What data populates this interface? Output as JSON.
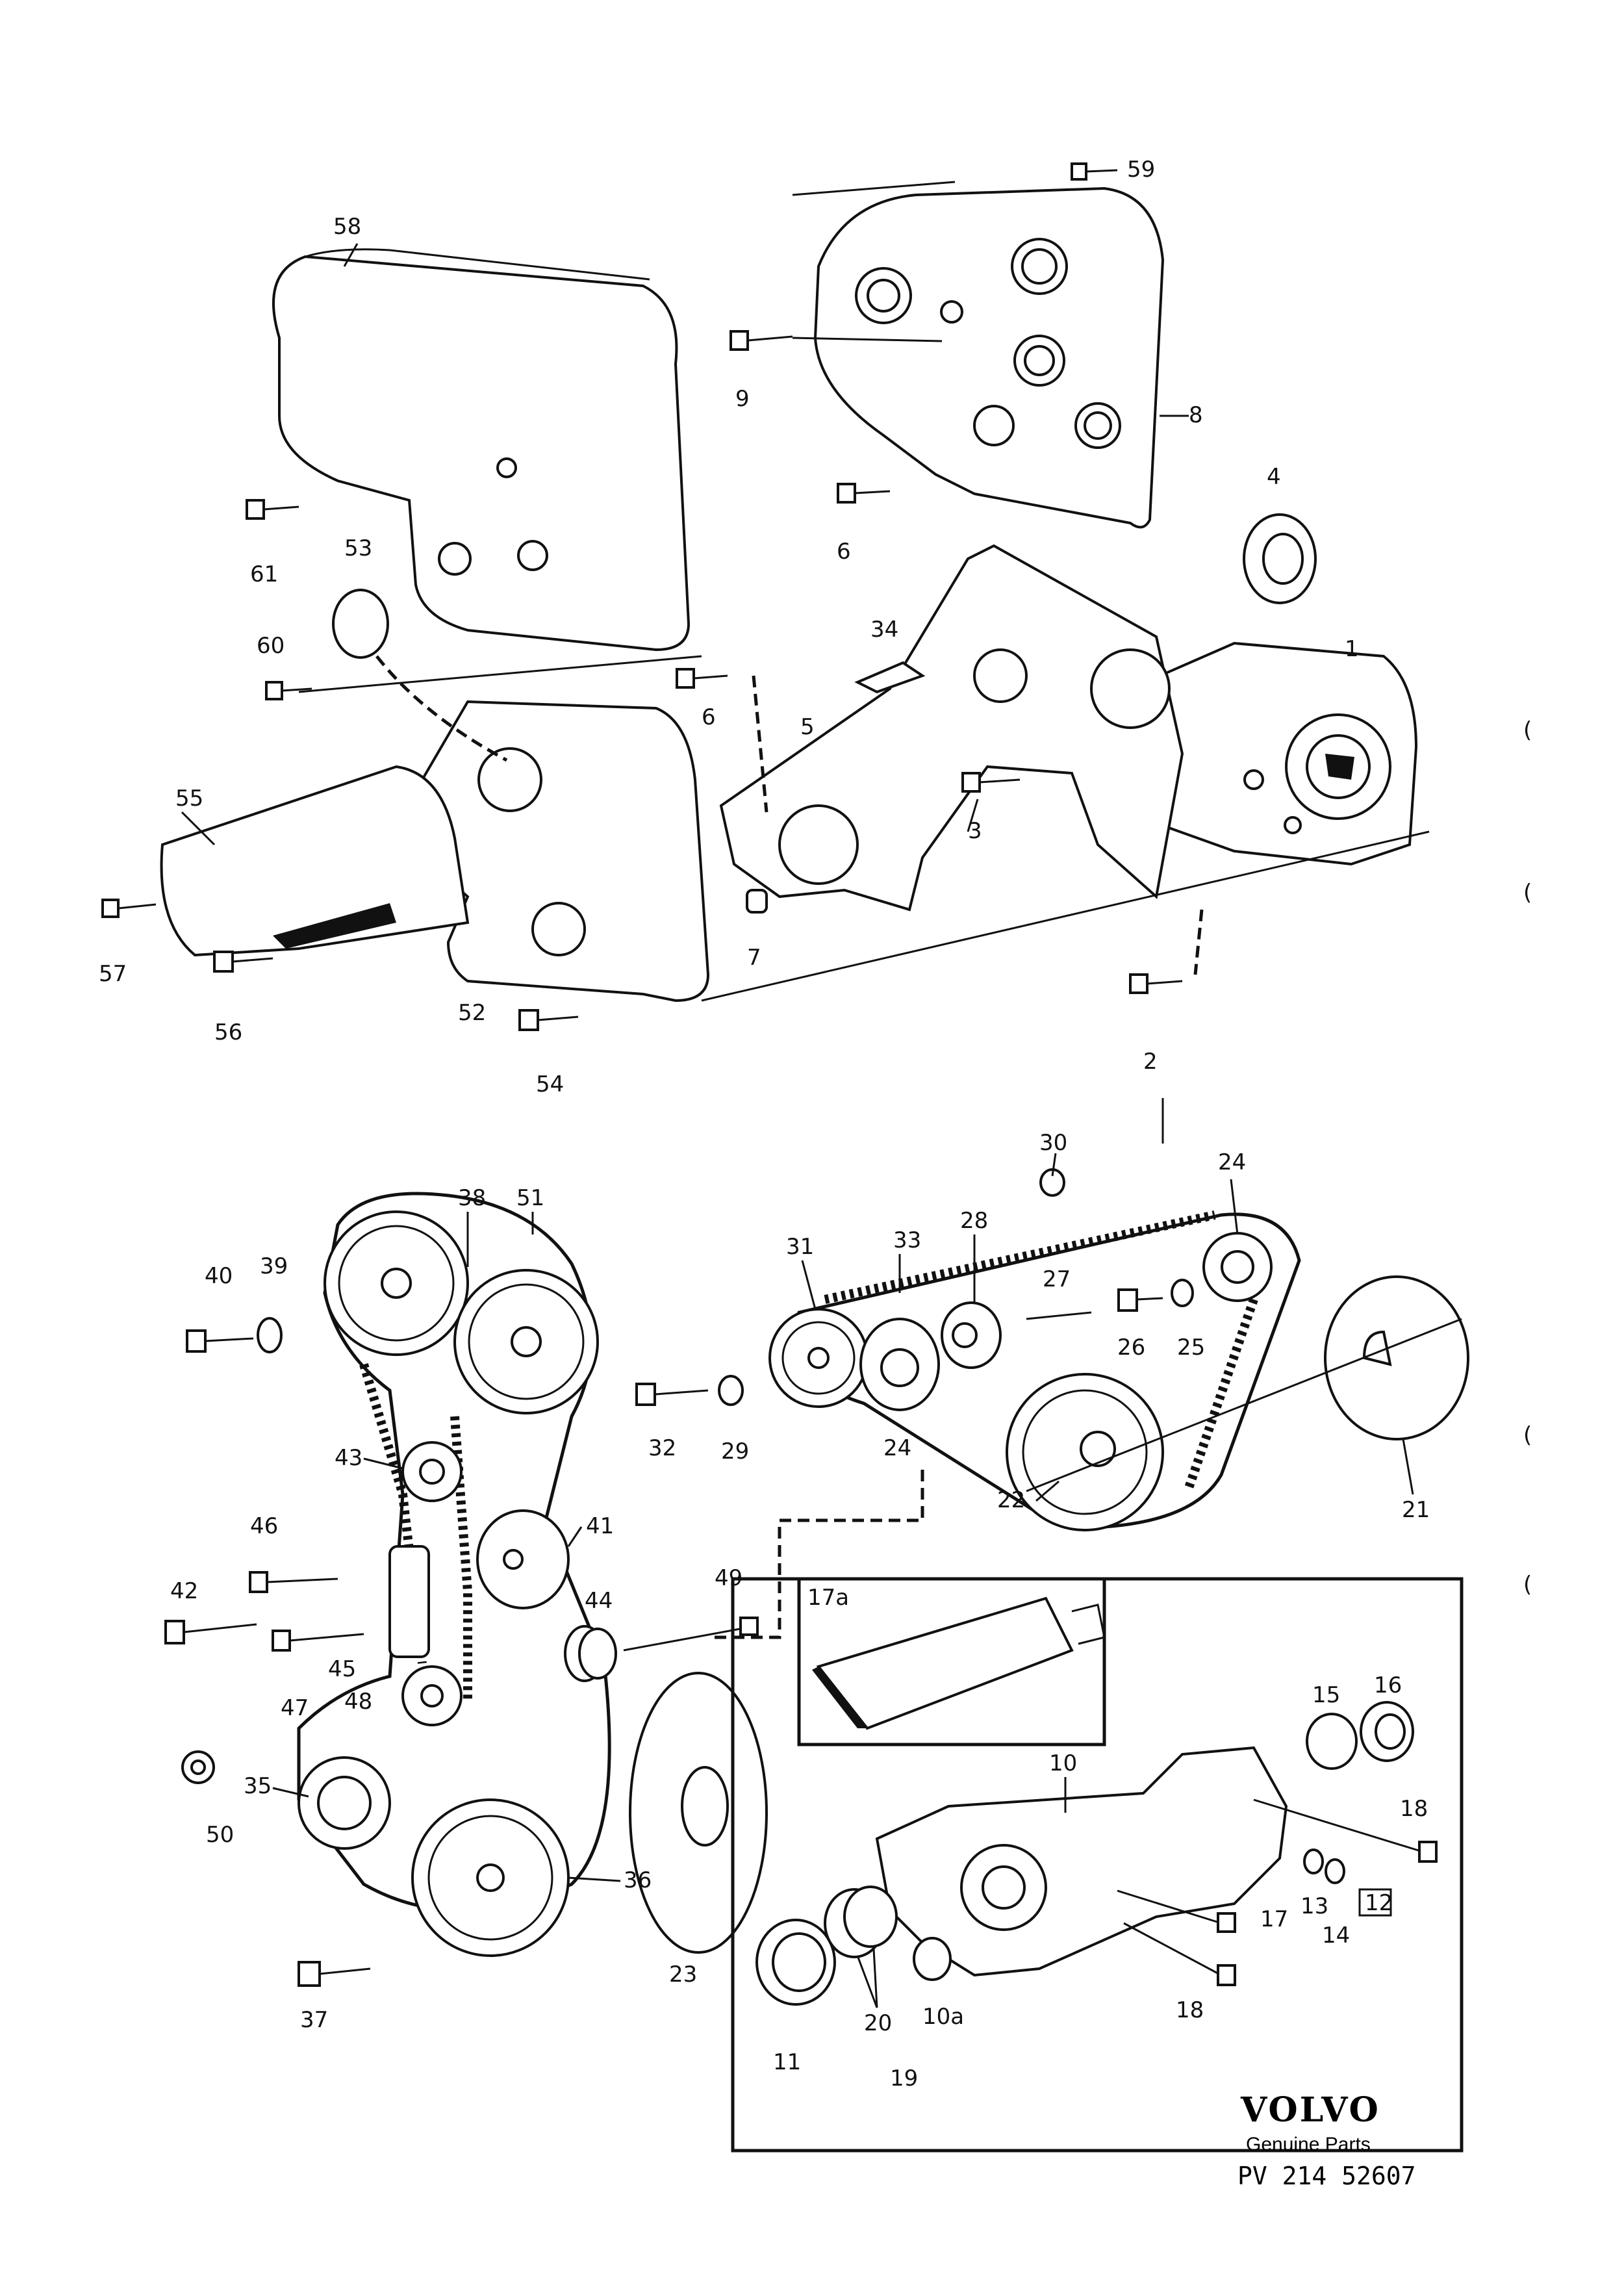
{
  "callouts": {
    "c1": "1",
    "c2": "2",
    "c3": "3",
    "c4": "4",
    "c5": "5",
    "c6a": "6",
    "c6b": "6",
    "c7": "7",
    "c8": "8",
    "c9": "9",
    "c10": "10",
    "c10a": "10a",
    "c11": "11",
    "c12": "12",
    "c13": "13",
    "c14": "14",
    "c15": "15",
    "c16": "16",
    "c17a": "17a",
    "c17": "17",
    "c18a": "18",
    "c18b": "18",
    "c19": "19",
    "c20": "20",
    "c21": "21",
    "c22": "22",
    "c23": "23",
    "c24a": "24",
    "c24b": "24",
    "c25": "25",
    "c26": "26",
    "c27": "27",
    "c28": "28",
    "c29": "29",
    "c30": "30",
    "c31": "31",
    "c32": "32",
    "c33": "33",
    "c34": "34",
    "c35": "35",
    "c36": "36",
    "c37": "37",
    "c38": "38",
    "c39": "39",
    "c40": "40",
    "c41": "41",
    "c42": "42",
    "c43": "43",
    "c44": "44",
    "c45": "45",
    "c46": "46",
    "c47": "47",
    "c48": "48",
    "c49": "49",
    "c50": "50",
    "c51": "51",
    "c52": "52",
    "c53": "53",
    "c54": "54",
    "c55": "55",
    "c56": "56",
    "c57": "57",
    "c58": "58",
    "c59": "59",
    "c60": "60",
    "c61": "61"
  },
  "footer": {
    "brand": "VOLVO",
    "subtitle": "Genuine Parts",
    "code": "PV 214 52607"
  },
  "margin_marks": [
    "(",
    "(",
    "(",
    "("
  ]
}
